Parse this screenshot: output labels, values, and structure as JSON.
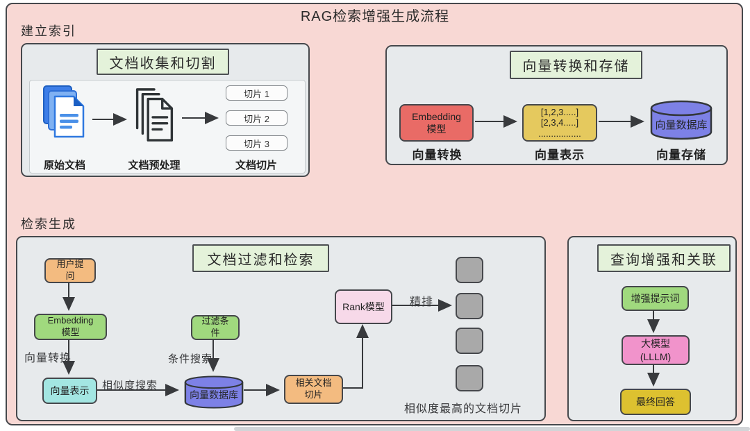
{
  "page": {
    "title": "RAG检索增强生成流程"
  },
  "sections": {
    "indexing": "建立索引",
    "retrieval": "检索生成"
  },
  "doc_collect": {
    "title": "文档收集和切割",
    "chips": [
      "切片 1",
      "切片 2",
      "切片 3"
    ],
    "captions": [
      "原始文档",
      "文档预处理",
      "文档切片"
    ]
  },
  "vector_store": {
    "title": "向量转换和存储",
    "embedding": "Embedding\n模型",
    "vectors": "[1,2,3.....]\n[2,3,4.....]\n.................",
    "db": "向量数据库",
    "captions": [
      "向量转换",
      "向量表示",
      "向量存储"
    ]
  },
  "filter_retrieval": {
    "title": "文档过滤和检索",
    "user_query": "用户提\n问",
    "embedding": "Embedding\n模型",
    "convert": "向量转换",
    "vector_repr": "向量表示",
    "sim_search": "相似度搜索",
    "db": "向量数据库",
    "filter": "过滤条\n件",
    "cond_search": "条件搜索",
    "related": "相关文档\n切片",
    "rank": "Rank模型",
    "rerank": "精排",
    "result": "相似度最高的文档切片"
  },
  "augment": {
    "title": "查询增强和关联",
    "prompt": "增强提示词",
    "llm": "大模型\n(LLLM)",
    "answer": "最终回答"
  },
  "colors": {
    "canvas_bg": "#f8d8d4",
    "panel_bg": "#e7eaec",
    "title_box_bg": "#e4f2da",
    "red": "#e96b66",
    "yellow": "#e5c95e",
    "blue_db": "#7d81e6",
    "orange": "#f3bb80",
    "green": "#a0d97e",
    "teal": "#a3e6e2",
    "pink_light": "#f7d9e9",
    "pink": "#f193cb",
    "gold": "#ddc130",
    "chunk_gray": "#a9a9a9"
  }
}
